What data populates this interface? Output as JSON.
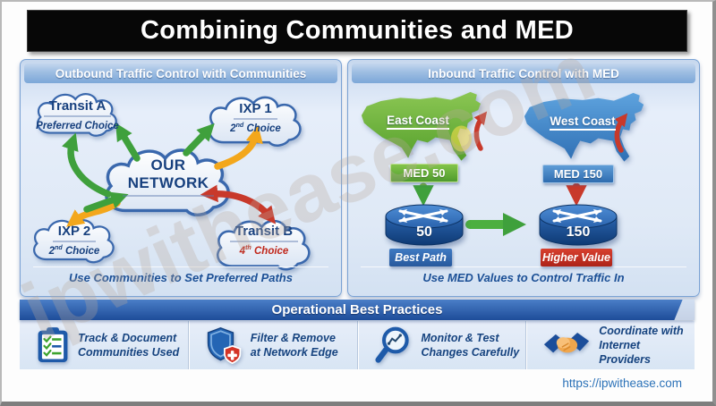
{
  "page": {
    "title": "Combining Communities and MED",
    "footer_url": "https://ipwithease.com",
    "watermark": "ipwithease.com"
  },
  "left_panel": {
    "header": "Outbound Traffic Control with Communities",
    "caption": "Use Communities to Set Preferred Paths",
    "center_cloud": {
      "line1": "OUR",
      "line2": "NETWORK"
    },
    "clouds": [
      {
        "title": "Transit A",
        "sub": "Preferred Choice",
        "sup": "",
        "rest": ""
      },
      {
        "title": "IXP 1",
        "sub": "2",
        "sup": "nd",
        "rest": " Choice"
      },
      {
        "title": "IXP 2",
        "sub": "2",
        "sup": "nd",
        "rest": " Choice"
      },
      {
        "title": "Transit B",
        "sub": "4",
        "sup": "th",
        "rest": " Choice"
      }
    ]
  },
  "right_panel": {
    "header": "Inbound Traffic Control with MED",
    "caption": "Use MED Values to Control Traffic In",
    "east": {
      "label": "East Coast",
      "med": "MED 50",
      "router_value": "50",
      "badge": "Best Path"
    },
    "west": {
      "label": "West Coast",
      "med": "MED 150",
      "router_value": "150",
      "badge": "Higher Value"
    }
  },
  "best_practices": {
    "header": "Operational Best Practices",
    "items": [
      {
        "line1": "Track & Document",
        "line2": "Communities Used",
        "icon": "clipboard-checklist-icon"
      },
      {
        "line1": "Filter & Remove",
        "line2": "at Network Edge",
        "icon": "shield-filter-icon"
      },
      {
        "line1": "Monitor & Test",
        "line2": "Changes Carefully",
        "icon": "magnifier-chart-icon"
      },
      {
        "line1": "Coordinate with",
        "line2": "Internet Providers",
        "icon": "handshake-icon"
      }
    ]
  },
  "colors": {
    "green_arrow": "#3fa03c",
    "yellow_arrow": "#f3a71c",
    "red_arrow": "#c8392b",
    "map_green": "#6cb33f",
    "map_blue": "#3f7fc1",
    "badge_green": "#4e9b2d",
    "badge_blue": "#2e6cb0",
    "badge_red": "#c22b1d",
    "router_blue": "#1c4f97",
    "panel_header_blue": "#7ca7d8",
    "bp_header_blue": "#1d4c99"
  }
}
